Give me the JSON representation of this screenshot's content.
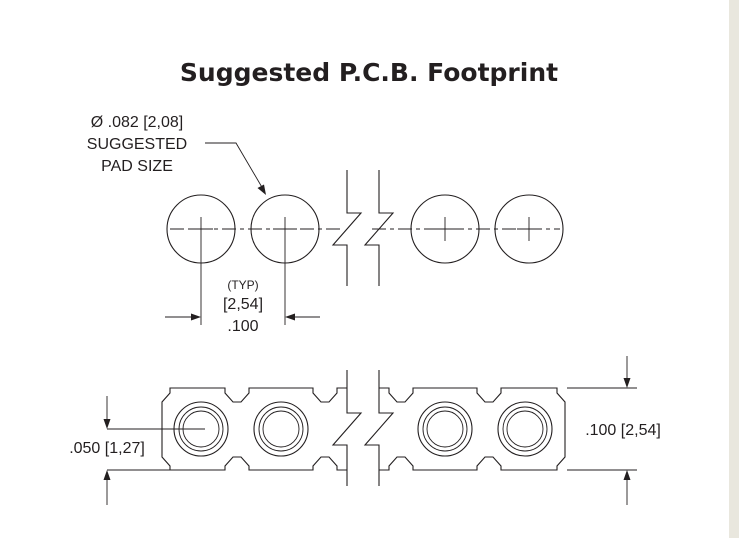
{
  "title": "Suggested P.C.B. Footprint",
  "pad_callout": {
    "line1": "Ø .082 [2,08]",
    "line2": "SUGGESTED",
    "line3": "PAD SIZE"
  },
  "pitch_dimension": {
    "typ": "(TYP)",
    "metric": "[2,54]",
    "imperial": ".100"
  },
  "row_offset_dimension": ".050 [1,27]",
  "body_height_dimension": ".100 [2,54]",
  "colors": {
    "line": "#231f20",
    "pad_gold_outer": "#d9b53a",
    "pad_gold_inner": "#f2d44a",
    "background": "#ffffff"
  }
}
